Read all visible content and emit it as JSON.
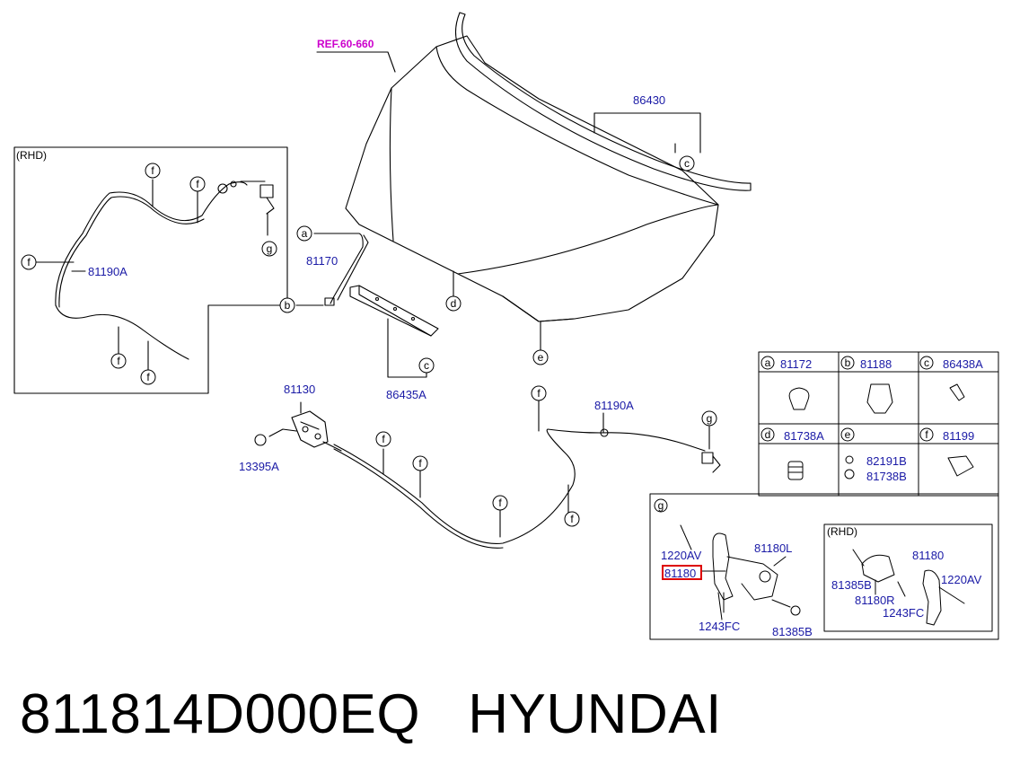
{
  "ref_label": "REF.60-660",
  "rhd_label": "(RHD)",
  "rhd_inset_label": "(RHD)",
  "callouts": {
    "a": "a",
    "b": "b",
    "c": "c",
    "d": "d",
    "e": "e",
    "f": "f",
    "g": "g"
  },
  "parts": {
    "p86430": "86430",
    "p81170": "81170",
    "p86435A": "86435A",
    "p81130": "81130",
    "p13395A": "13395A",
    "p81190A_left": "81190A",
    "p81190A_right": "81190A",
    "p1220AV_a": "1220AV",
    "p81180_hl": "81180",
    "p81180L": "81180L",
    "p1243FC_a": "1243FC",
    "p81385B_a": "81385B",
    "p81385B_b": "81385B",
    "p81180R": "81180R",
    "p1243FC_b": "1243FC",
    "p81180_b": "81180",
    "p1220AV_b": "1220AV"
  },
  "legend": [
    {
      "key": "a",
      "part": "81172"
    },
    {
      "key": "b",
      "part": "81188"
    },
    {
      "key": "c",
      "part": "86438A"
    },
    {
      "key": "d",
      "part": "81738A"
    },
    {
      "key": "e",
      "part": "82191B",
      "part2": "81738B"
    },
    {
      "key": "f",
      "part": "81199"
    }
  ],
  "caption": {
    "part_number": "811814D000EQ",
    "brand": "HYUNDAI"
  },
  "highlight_color": "#dd0000",
  "label_color": "#1a1aa6",
  "ref_color": "#cc00cc"
}
